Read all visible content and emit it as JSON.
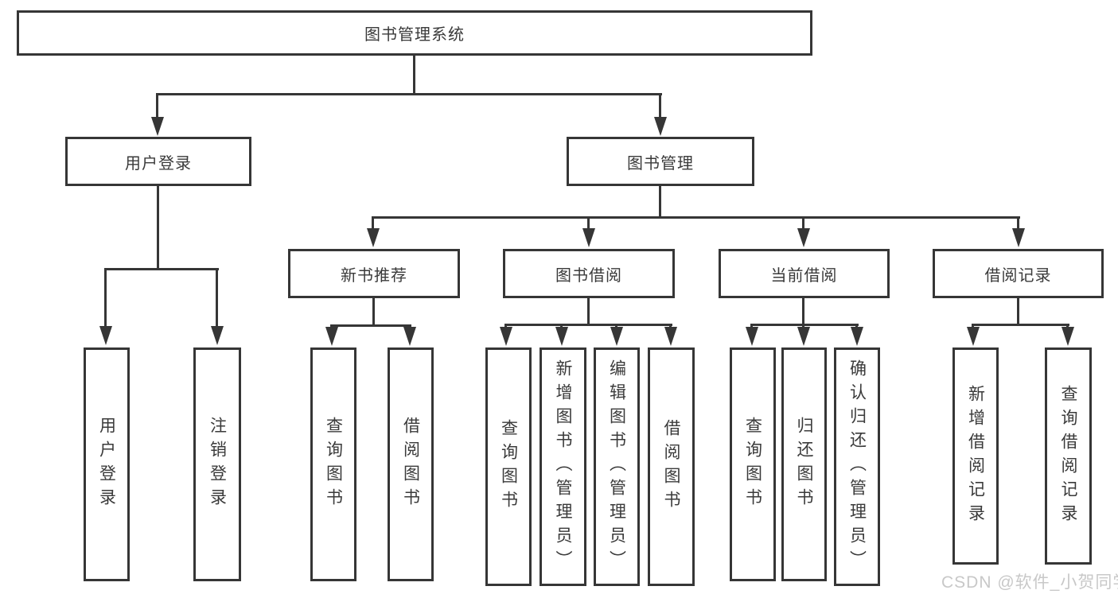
{
  "tree": {
    "label": "图书管理系统",
    "children": [
      {
        "label": "用户登录",
        "children": [
          {
            "label": "用户登录"
          },
          {
            "label": "注销登录"
          }
        ]
      },
      {
        "label": "图书管理",
        "children": [
          {
            "label": "新书推荐",
            "children": [
              {
                "label": "查询图书"
              },
              {
                "label": "借阅图书"
              }
            ]
          },
          {
            "label": "图书借阅",
            "children": [
              {
                "label": "查询图书"
              },
              {
                "label": "新增图书（管理员）"
              },
              {
                "label": "编辑图书（管理员）"
              },
              {
                "label": "借阅图书"
              }
            ]
          },
          {
            "label": "当前借阅",
            "children": [
              {
                "label": "查询图书"
              },
              {
                "label": "归还图书"
              },
              {
                "label": "确认归还（管理员）"
              }
            ]
          },
          {
            "label": "借阅记录",
            "children": [
              {
                "label": "新增借阅记录"
              },
              {
                "label": "查询借阅记录"
              }
            ]
          }
        ]
      }
    ]
  },
  "watermark": "CSDN @软件_小贺同学",
  "colors": {
    "line": "#363636",
    "text": "#3a3a3a",
    "box_background": "#ffffff",
    "watermark": "#c8c8c8"
  }
}
